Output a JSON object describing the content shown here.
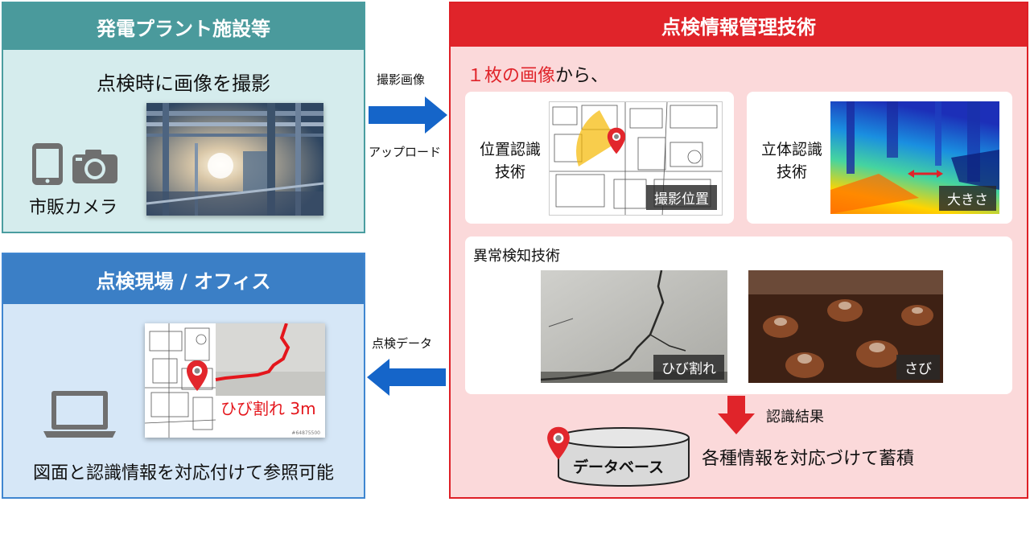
{
  "plant": {
    "title": "発電プラント施設等",
    "subtitle": "点検時に画像を撮影",
    "camera_label": "市販カメラ"
  },
  "office": {
    "title": "点検現場 / オフィス",
    "overlay_label": "ひび割れ 3m",
    "stock_id": "#64875500",
    "caption": "図面と認識情報を対応付けて参照可能"
  },
  "arrows": {
    "upload_top": "撮影画像",
    "upload_bottom": "アップロード",
    "download_top": "点検データ"
  },
  "tech": {
    "title": "点検情報管理技術",
    "intro_highlight": "１枚の画像",
    "intro_rest": "から、",
    "position": {
      "label_line1": "位置認識",
      "label_line2": "技術",
      "tag": "撮影位置"
    },
    "stereo": {
      "label_line1": "立体認識",
      "label_line2": "技術",
      "tag": "大きさ"
    },
    "anomaly": {
      "label": "異常検知技術",
      "crack_tag": "ひび割れ",
      "rust_tag": "さび"
    },
    "result_label": "認識結果",
    "database_label": "データベース",
    "store_text": "各種情報を対応づけて蓄積"
  },
  "colors": {
    "plant_accent": "#4a9a9c",
    "office_accent": "#3b7fc6",
    "tech_accent": "#e0242a",
    "arrow_blue": "#1565c9",
    "highlight_red": "#e0242a"
  },
  "icons": [
    "tablet-icon",
    "camera-icon",
    "laptop-icon",
    "map-pin-icon",
    "database-icon",
    "right-arrow-icon",
    "left-arrow-icon",
    "down-arrow-icon"
  ]
}
